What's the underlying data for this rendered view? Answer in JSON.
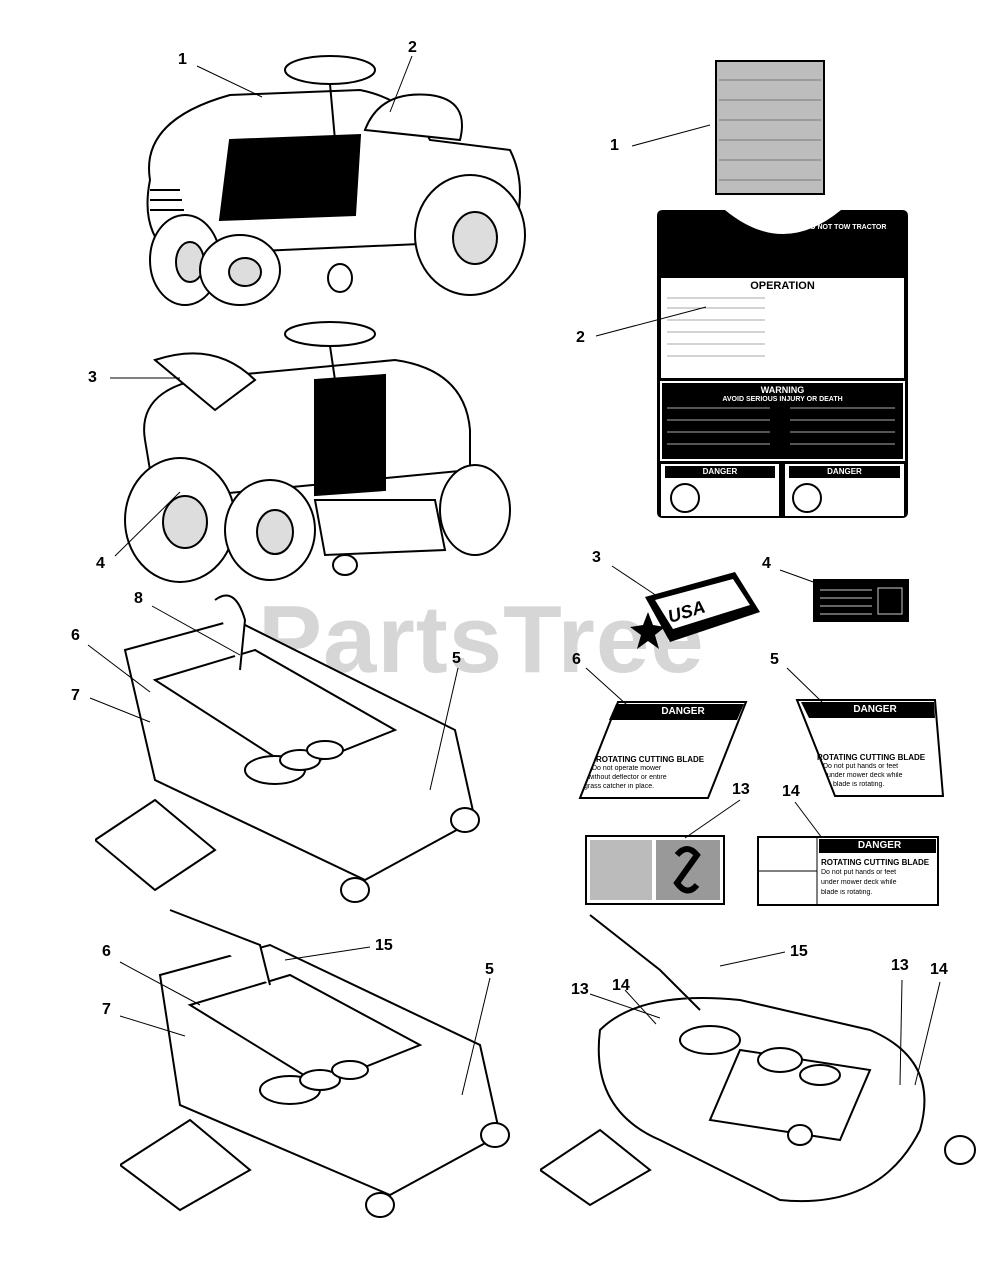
{
  "watermark": "PartsTree",
  "callouts": {
    "c1a": "1",
    "c2a": "2",
    "c3a": "3",
    "c4a": "4",
    "c8": "8",
    "c6a": "6",
    "c7a": "7",
    "c5a": "5",
    "c6b": "6",
    "c7b": "7",
    "c15a": "15",
    "c5b": "5",
    "r1": "1",
    "r2": "2",
    "r3": "3",
    "r4": "4",
    "r6": "6",
    "r5": "5",
    "r13": "13",
    "r14": "14",
    "r15": "15",
    "r13b": "13",
    "r14b": "14",
    "r13c": "13",
    "r14c": "14"
  },
  "decal_operation": {
    "title": "OPERATION",
    "tow_warning": "DO NOT TOW TRACTOR",
    "warning": "WARNING",
    "warning_sub": "AVOID SERIOUS INJURY OR DEATH",
    "danger_left": "DANGER",
    "danger_right": "DANGER"
  },
  "decal_usa": {
    "text": "USA"
  },
  "decal_6": {
    "header": "DANGER",
    "line1": "ROTATING CUTTING BLADE",
    "line2": "Do not operate mower",
    "line3": "without deflector or entire",
    "line4": "grass catcher in place."
  },
  "decal_5": {
    "header": "DANGER",
    "line1": "ROTATING CUTTING BLADE",
    "line2": "Do not put hands or feet",
    "line3": "under mower deck while",
    "line4": "blade is rotating."
  },
  "decal_14": {
    "header": "DANGER",
    "line1": "ROTATING CUTTING BLADE",
    "line2": "Do not put hands or feet",
    "line3": "under mower deck while",
    "line4": "blade is rotating."
  }
}
